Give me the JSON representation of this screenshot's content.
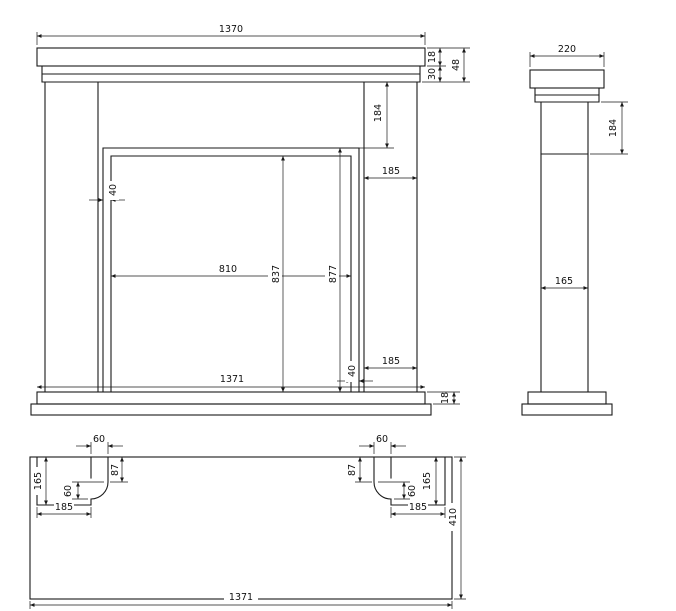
{
  "front": {
    "shelf_width": "1370",
    "shelf_thickness": "18",
    "molding_height": "30",
    "header_total_height": "48",
    "frieze_height": "184",
    "leg_width_top": "185",
    "frame_width_top": "40",
    "opening_width": "810",
    "opening_height_inner": "837",
    "opening_height_outer": "877",
    "hearth_width": "1371",
    "frame_width_bottom": "40",
    "leg_width_bottom": "185",
    "hearth_thickness": "18"
  },
  "side": {
    "shelf_depth": "220",
    "frieze_height": "184",
    "leg_depth": "165"
  },
  "plan": {
    "left_leg": {
      "rebate_width": "60",
      "rebate_depth": "87",
      "depth": "165",
      "fillet_width": "60",
      "width": "185"
    },
    "right_leg": {
      "rebate_width": "60",
      "rebate_depth": "87",
      "depth": "165",
      "fillet_width": "60",
      "width": "185"
    },
    "hearth_depth": "410",
    "hearth_width": "1371"
  }
}
